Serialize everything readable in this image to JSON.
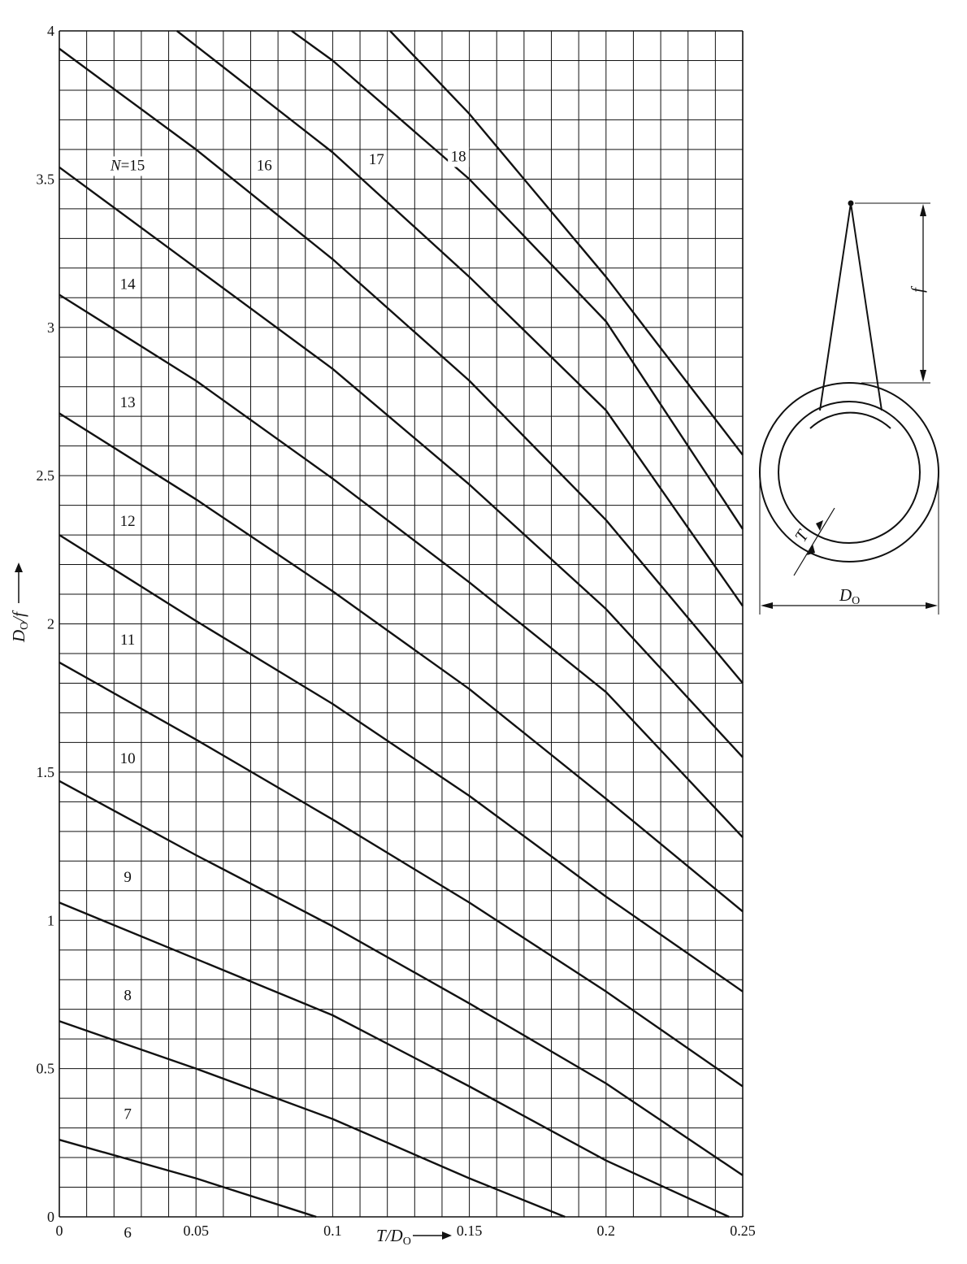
{
  "chart_data": {
    "type": "line",
    "xlabel": {
      "main": "T/D",
      "sub": "O"
    },
    "ylabel": {
      "main": "D",
      "sub": "O",
      "rest": "/f"
    },
    "xlim": [
      0,
      0.25
    ],
    "ylim": [
      0,
      4
    ],
    "x_ticks": [
      {
        "v": 0,
        "label": "0"
      },
      {
        "v": 0.05,
        "label": "0.05"
      },
      {
        "v": 0.1,
        "label": "0.1"
      },
      {
        "v": 0.15,
        "label": "0.15"
      },
      {
        "v": 0.2,
        "label": "0.2"
      },
      {
        "v": 0.25,
        "label": "0.25"
      }
    ],
    "y_ticks": [
      {
        "v": 0,
        "label": "0"
      },
      {
        "v": 0.5,
        "label": "0.5"
      },
      {
        "v": 1,
        "label": "1"
      },
      {
        "v": 1.5,
        "label": "1.5"
      },
      {
        "v": 2,
        "label": "2"
      },
      {
        "v": 2.5,
        "label": "2.5"
      },
      {
        "v": 3,
        "label": "3"
      },
      {
        "v": 3.5,
        "label": "3.5"
      },
      {
        "v": 4,
        "label": "4"
      }
    ],
    "grid": true,
    "grid_step": {
      "x": 0.01,
      "y": 0.1
    },
    "curve_labels": [
      {
        "text": "N=15",
        "x": 0.025,
        "y": 3.53
      },
      {
        "text": "16",
        "x": 0.075,
        "y": 3.53
      },
      {
        "text": "17",
        "x": 0.116,
        "y": 3.55
      },
      {
        "text": "18",
        "x": 0.146,
        "y": 3.56
      },
      {
        "text": "14",
        "x": 0.025,
        "y": 3.13
      },
      {
        "text": "13",
        "x": 0.025,
        "y": 2.73
      },
      {
        "text": "12",
        "x": 0.025,
        "y": 2.33
      },
      {
        "text": "11",
        "x": 0.025,
        "y": 1.93
      },
      {
        "text": "10",
        "x": 0.025,
        "y": 1.53
      },
      {
        "text": "9",
        "x": 0.025,
        "y": 1.13
      },
      {
        "text": "8",
        "x": 0.025,
        "y": 0.73
      },
      {
        "text": "7",
        "x": 0.025,
        "y": 0.33
      },
      {
        "text": "6",
        "x": 0.025,
        "y": -0.07
      }
    ],
    "series": [
      {
        "x": [
          0,
          0.05,
          0.094
        ],
        "y": [
          0.26,
          0.13,
          0
        ]
      },
      {
        "x": [
          0,
          0.05,
          0.1,
          0.15,
          0.185
        ],
        "y": [
          0.66,
          0.5,
          0.33,
          0.13,
          0
        ]
      },
      {
        "x": [
          0,
          0.05,
          0.1,
          0.15,
          0.2,
          0.245
        ],
        "y": [
          1.06,
          0.87,
          0.68,
          0.44,
          0.19,
          0
        ]
      },
      {
        "x": [
          0,
          0.05,
          0.1,
          0.15,
          0.2,
          0.25
        ],
        "y": [
          1.47,
          1.22,
          0.98,
          0.72,
          0.45,
          0.14
        ]
      },
      {
        "x": [
          0,
          0.05,
          0.1,
          0.15,
          0.2,
          0.25
        ],
        "y": [
          1.87,
          1.61,
          1.34,
          1.06,
          0.76,
          0.44
        ]
      },
      {
        "x": [
          0,
          0.05,
          0.1,
          0.15,
          0.2,
          0.25
        ],
        "y": [
          2.3,
          2.01,
          1.73,
          1.42,
          1.08,
          0.76
        ]
      },
      {
        "x": [
          0,
          0.05,
          0.1,
          0.15,
          0.2,
          0.25
        ],
        "y": [
          2.71,
          2.42,
          2.11,
          1.78,
          1.41,
          1.03
        ]
      },
      {
        "x": [
          0,
          0.05,
          0.1,
          0.15,
          0.2,
          0.25
        ],
        "y": [
          3.11,
          2.82,
          2.49,
          2.14,
          1.77,
          1.28
        ]
      },
      {
        "x": [
          0,
          0.05,
          0.1,
          0.15,
          0.2,
          0.25
        ],
        "y": [
          3.54,
          3.2,
          2.86,
          2.47,
          2.05,
          1.55
        ]
      },
      {
        "x": [
          0,
          0.05,
          0.1,
          0.15,
          0.2,
          0.25
        ],
        "y": [
          3.94,
          3.6,
          3.23,
          2.82,
          2.35,
          1.8
        ]
      },
      {
        "x": [
          0.043,
          0.1,
          0.15,
          0.2,
          0.25
        ],
        "y": [
          4.0,
          3.59,
          3.17,
          2.72,
          2.06
        ]
      },
      {
        "x": [
          0.085,
          0.1,
          0.15,
          0.2,
          0.25
        ],
        "y": [
          4.0,
          3.9,
          3.5,
          3.02,
          2.32
        ]
      },
      {
        "x": [
          0.121,
          0.15,
          0.2,
          0.25
        ],
        "y": [
          4.0,
          3.72,
          3.17,
          2.57
        ]
      }
    ]
  },
  "diagram": {
    "label_f": "f",
    "label_T": "T",
    "label_D": {
      "main": "D",
      "sub": "O"
    }
  }
}
